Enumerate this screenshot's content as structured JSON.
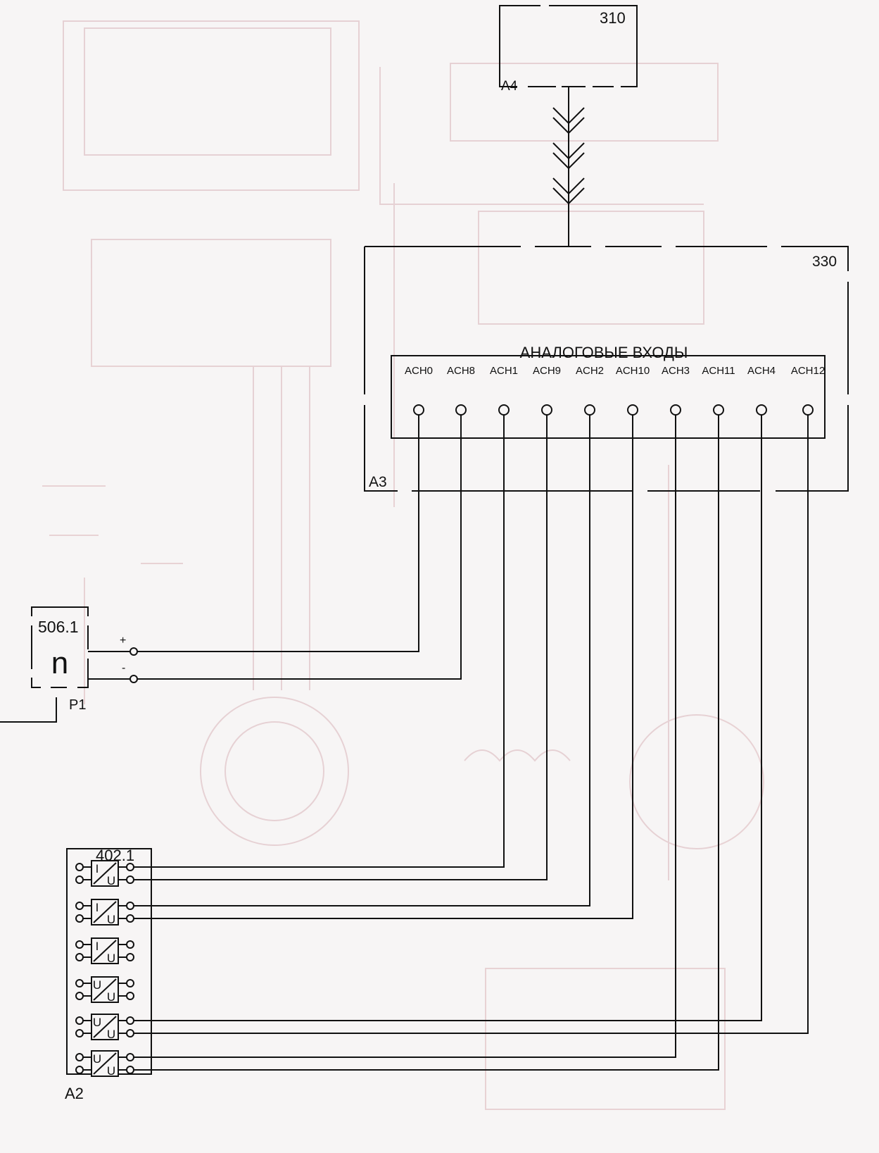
{
  "module_310": {
    "number": "310",
    "ref": "A4"
  },
  "module_330": {
    "number": "330",
    "ref": "A3",
    "inputs_title": "АНАЛОГОВЫЕ ВХОДЫ",
    "channels": [
      "ACH0",
      "ACH8",
      "ACH1",
      "ACH9",
      "ACH2",
      "ACH10",
      "ACH3",
      "ACH11",
      "ACH4",
      "ACH12"
    ]
  },
  "module_506": {
    "number": "506.1",
    "symbol": "n",
    "ref": "P1",
    "plus": "+",
    "minus": "-"
  },
  "module_402": {
    "number": "402.1",
    "ref": "A2",
    "converters": [
      {
        "top": "I",
        "bottom": "U"
      },
      {
        "top": "I",
        "bottom": "U"
      },
      {
        "top": "I",
        "bottom": "U"
      },
      {
        "top": "U",
        "bottom": "U"
      },
      {
        "top": "U",
        "bottom": "U"
      },
      {
        "top": "U",
        "bottom": "U"
      }
    ]
  }
}
